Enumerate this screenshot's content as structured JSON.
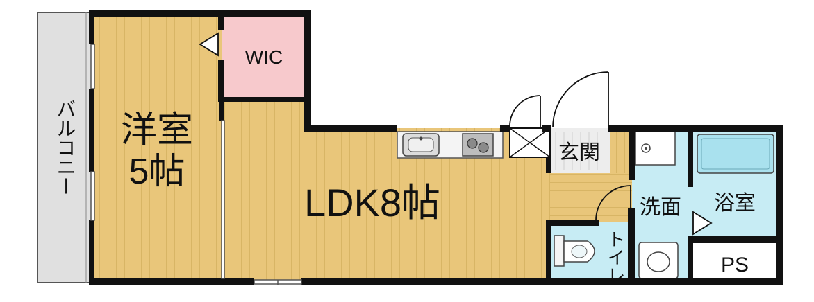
{
  "rooms": {
    "balcony": {
      "label": "バルコニー",
      "color": "#e0e0e0"
    },
    "western_room": {
      "label_line1": "洋室",
      "label_line2": "5帖",
      "color": "#e9c67a"
    },
    "wic": {
      "label": "WIC",
      "color": "#f7c9cc"
    },
    "ldk": {
      "label": "LDK8帖",
      "color": "#e9c67a"
    },
    "genkan": {
      "label": "玄関",
      "color": "#ededed"
    },
    "toilet": {
      "label": "トイレ",
      "color": "#c7ecf4"
    },
    "senmen": {
      "label": "洗面",
      "color": "#c7ecf4"
    },
    "bath": {
      "label": "浴室",
      "color": "#c7ecf4"
    },
    "ps": {
      "label": "PS",
      "color": "#ffffff"
    }
  },
  "colors": {
    "wall": "#111111",
    "floor_line": "#d6ad5e",
    "tub": "#a9e1ee"
  },
  "icons": {
    "sink": "sink-icon",
    "stove": "stove-icon",
    "toilet": "toilet-bowl-icon",
    "washbasin": "washbasin-icon",
    "bathtub": "bathtub-icon"
  }
}
